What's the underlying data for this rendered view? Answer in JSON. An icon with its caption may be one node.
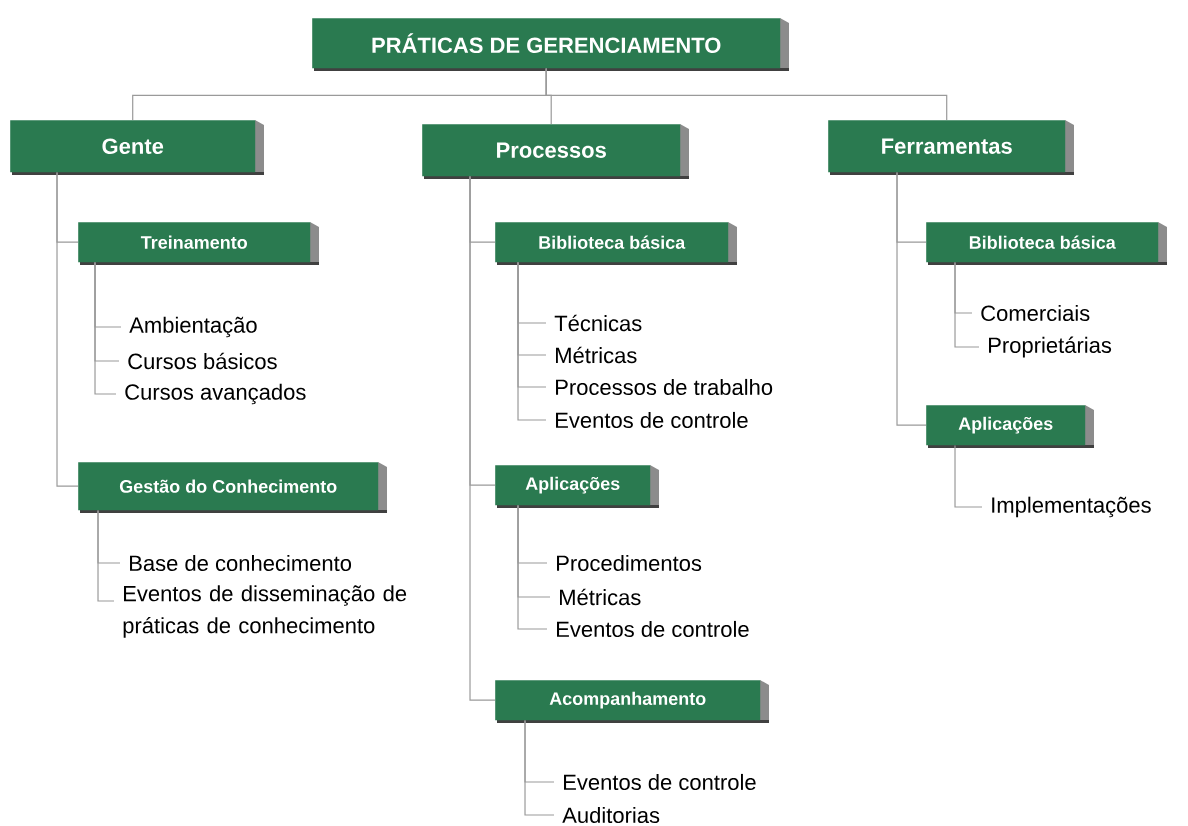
{
  "diagram": {
    "nodes": [
      {
        "text": [
          "PRÁTICAS DE GERENCIAMENTO"
        ]
      },
      {
        "text": [
          "Gente"
        ]
      },
      {
        "text": [
          "Processos"
        ]
      },
      {
        "text": [
          "Ferramentas"
        ]
      },
      {
        "text": [
          "Treinamento"
        ]
      },
      {
        "text": [
          "Ambientação"
        ]
      },
      {
        "text": [
          "Cursos básicos"
        ]
      },
      {
        "text": [
          "Cursos avançados"
        ]
      },
      {
        "text": [
          "Gestão do Conhecimento"
        ]
      },
      {
        "text": [
          "Base de conhecimento"
        ]
      },
      {
        "text": [
          "Eventos de disseminação de práticas de conhecimento"
        ]
      },
      {
        "text": [
          "Biblioteca básica"
        ]
      },
      {
        "text": [
          "Técnicas"
        ]
      },
      {
        "text": [
          "Métricas"
        ]
      },
      {
        "text": [
          "Processos de trabalho"
        ]
      },
      {
        "text": [
          "Eventos de controle"
        ]
      },
      {
        "text": [
          "Aplicações"
        ]
      },
      {
        "text": [
          "Procedimentos"
        ]
      },
      {
        "text": [
          "Métricas"
        ]
      },
      {
        "text": [
          "Eventos de controle"
        ]
      },
      {
        "text": [
          "Acompanhamento"
        ]
      },
      {
        "text": [
          "Eventos de controle"
        ]
      },
      {
        "text": [
          "Auditorias"
        ]
      },
      {
        "text": [
          "Biblioteca básica"
        ]
      },
      {
        "text": [
          "Comerciais"
        ]
      },
      {
        "text": [
          "Proprietárias"
        ]
      },
      {
        "text": [
          "Aplicações"
        ]
      },
      {
        "text": [
          "Implementações"
        ]
      }
    ],
    "edges": [
      {
        "from": 0,
        "to": 1,
        "arrow": "none"
      },
      {
        "from": 0,
        "to": 2,
        "arrow": "none"
      },
      {
        "from": 0,
        "to": 3,
        "arrow": "none"
      },
      {
        "from": 1,
        "to": 4,
        "arrow": "none"
      },
      {
        "from": 4,
        "to": 5,
        "arrow": "none"
      },
      {
        "from": 4,
        "to": 6,
        "arrow": "none"
      },
      {
        "from": 4,
        "to": 7,
        "arrow": "none"
      },
      {
        "from": 1,
        "to": 8,
        "arrow": "none"
      },
      {
        "from": 8,
        "to": 9,
        "arrow": "none"
      },
      {
        "from": 8,
        "to": 10,
        "arrow": "none"
      },
      {
        "from": 2,
        "to": 11,
        "arrow": "none"
      },
      {
        "from": 11,
        "to": 12,
        "arrow": "none"
      },
      {
        "from": 11,
        "to": 13,
        "arrow": "none"
      },
      {
        "from": 11,
        "to": 14,
        "arrow": "none"
      },
      {
        "from": 11,
        "to": 15,
        "arrow": "none"
      },
      {
        "from": 2,
        "to": 16,
        "arrow": "none"
      },
      {
        "from": 16,
        "to": 17,
        "arrow": "none"
      },
      {
        "from": 16,
        "to": 18,
        "arrow": "none"
      },
      {
        "from": 16,
        "to": 19,
        "arrow": "none"
      },
      {
        "from": 2,
        "to": 20,
        "arrow": "none"
      },
      {
        "from": 20,
        "to": 21,
        "arrow": "none"
      },
      {
        "from": 20,
        "to": 22,
        "arrow": "none"
      },
      {
        "from": 3,
        "to": 23,
        "arrow": "none"
      },
      {
        "from": 23,
        "to": 24,
        "arrow": "none"
      },
      {
        "from": 23,
        "to": 25,
        "arrow": "none"
      },
      {
        "from": 3,
        "to": 26,
        "arrow": "none"
      },
      {
        "from": 26,
        "to": 27,
        "arrow": "none"
      }
    ]
  }
}
